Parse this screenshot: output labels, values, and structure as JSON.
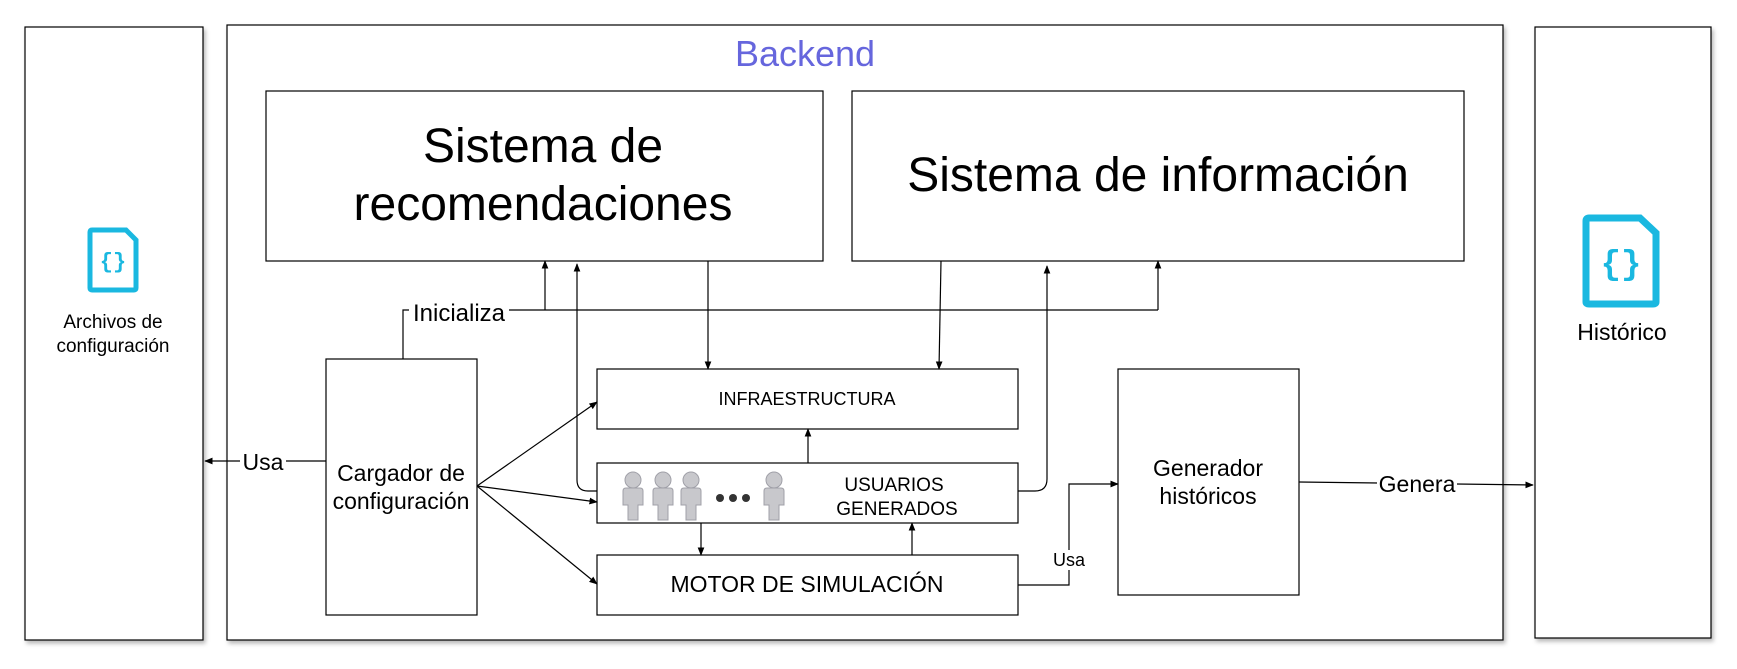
{
  "colors": {
    "backend_title": "#6666dd",
    "file_icon": "#1ab8e0",
    "person_icon": "#c8c8cc",
    "stroke": "#000000"
  },
  "left_panel": {
    "label_line1": "Archivos de",
    "label_line2": "configuración",
    "icon": "json-file-icon"
  },
  "right_panel": {
    "label": "Histórico",
    "icon": "json-file-icon"
  },
  "backend": {
    "title": "Backend",
    "recommender": {
      "line1": "Sistema de",
      "line2": "recomendaciones"
    },
    "info_system": {
      "label": "Sistema de información"
    },
    "infra": {
      "label": "INFRAESTRUCTURA"
    },
    "users": {
      "line1": "USUARIOS",
      "line2": "GENERADOS",
      "icon": "person-icon"
    },
    "engine": {
      "label": "MOTOR DE SIMULACIÓN"
    },
    "loader": {
      "line1": "Cargador de",
      "line2": "configuración"
    },
    "history_gen": {
      "line1": "Generador",
      "line2": "históricos"
    }
  },
  "edge_labels": {
    "initializes": "Inicializa",
    "uses_config": "Usa",
    "uses_generator": "Usa",
    "generates": "Genera"
  }
}
